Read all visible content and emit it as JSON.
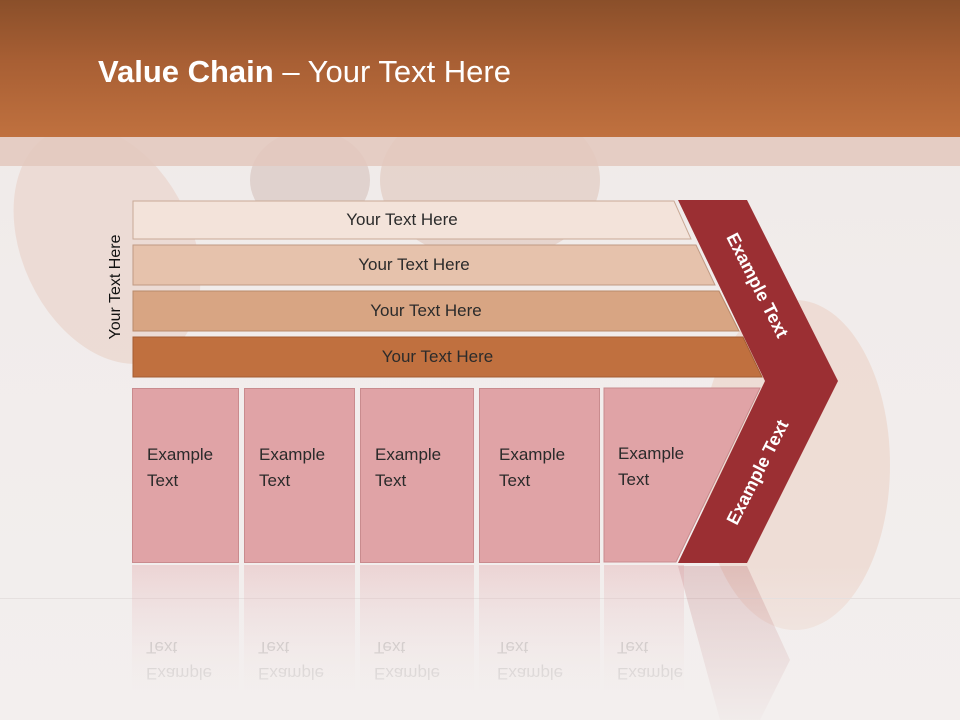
{
  "title": {
    "bold": "Value Chain",
    "rest": " – Your Text Here"
  },
  "vertical_label": "Your Text Here",
  "rows": [
    {
      "label": "Your Text Here",
      "color": "#f3e3da"
    },
    {
      "label": "Your Text Here",
      "color": "#e6c2ac"
    },
    {
      "label": "Your Text Here",
      "color": "#d8a583"
    },
    {
      "label": "Your Text Here",
      "color": "#c0703f"
    }
  ],
  "boxes": [
    {
      "line1": "Example",
      "line2": "Text"
    },
    {
      "line1": "Example",
      "line2": "Text"
    },
    {
      "line1": "Example",
      "line2": "Text"
    },
    {
      "line1": "Example",
      "line2": "Text"
    },
    {
      "line1": "Example",
      "line2": "Text"
    }
  ],
  "chevron": {
    "upper_text": "Example Text",
    "lower_text": "Example Text",
    "color": "#9b2f33"
  },
  "colors": {
    "header": "#b4673a",
    "box": "#e0a3a6"
  }
}
